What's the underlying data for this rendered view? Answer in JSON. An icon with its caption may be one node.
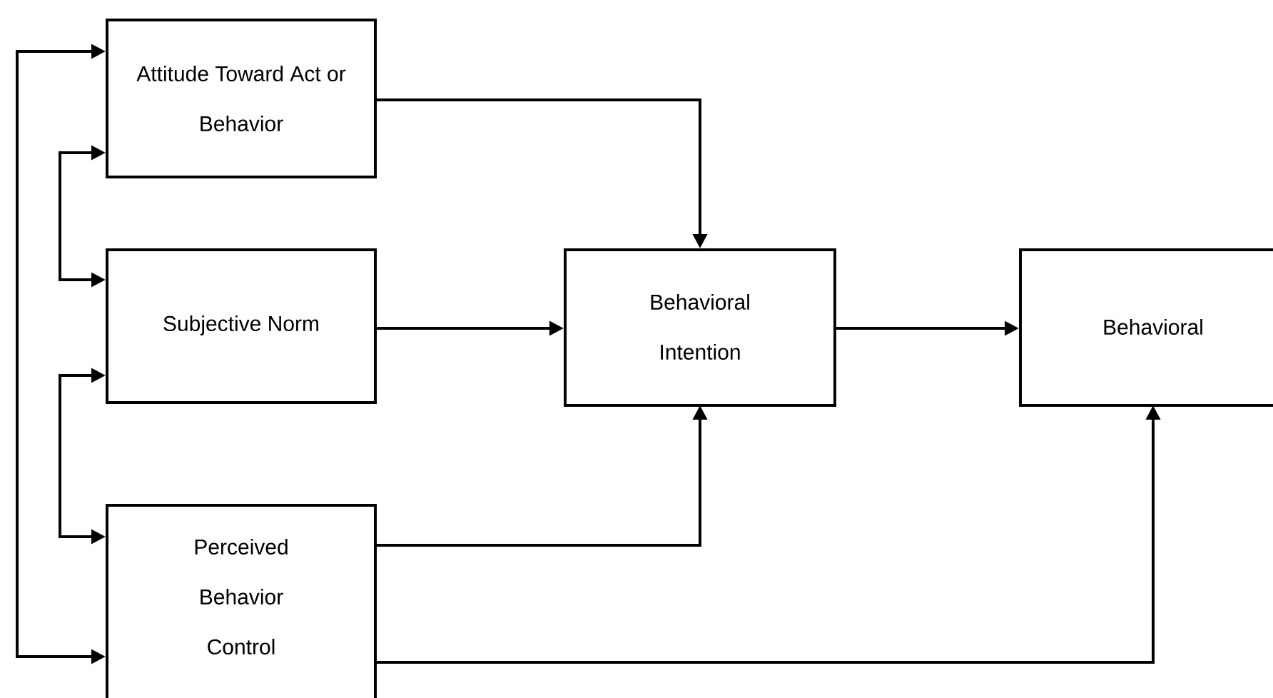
{
  "diagram": {
    "nodes": [
      {
        "text": [
          "Attitude Toward Act or Behavior"
        ]
      },
      {
        "text": [
          "Subjective Norm"
        ]
      },
      {
        "text": [
          "Perceived Behavior Control"
        ]
      },
      {
        "text": [
          "Behavioral Intention"
        ]
      },
      {
        "text": [
          "Behavioral"
        ]
      }
    ],
    "edges": [
      {
        "from": 0,
        "to": 3,
        "arrow": "to"
      },
      {
        "from": 1,
        "to": 3,
        "arrow": "to"
      },
      {
        "from": 2,
        "to": 3,
        "arrow": "to"
      },
      {
        "from": 3,
        "to": 4,
        "arrow": "to"
      },
      {
        "from": 2,
        "to": 4,
        "arrow": "to"
      },
      {
        "from": 0,
        "to": 1,
        "arrow": "both"
      },
      {
        "from": 1,
        "to": 2,
        "arrow": "both"
      },
      {
        "from": 0,
        "to": 2,
        "arrow": "both"
      }
    ]
  }
}
